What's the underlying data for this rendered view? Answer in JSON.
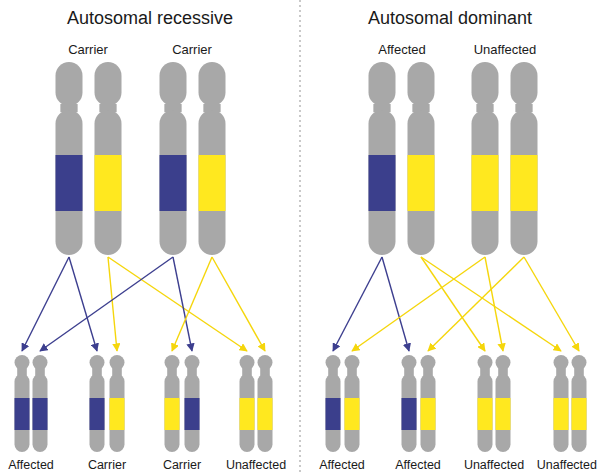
{
  "diagram": {
    "labels": [
      "Autosomal recessive",
      "Autosomal dominant",
      "Carrier",
      "Carrier",
      "Affected",
      "Unaffected",
      "Affected",
      "Carrier",
      "Carrier",
      "Unaffected",
      "Affected",
      "Affected",
      "Unaffected",
      "Unaffected"
    ]
  }
}
